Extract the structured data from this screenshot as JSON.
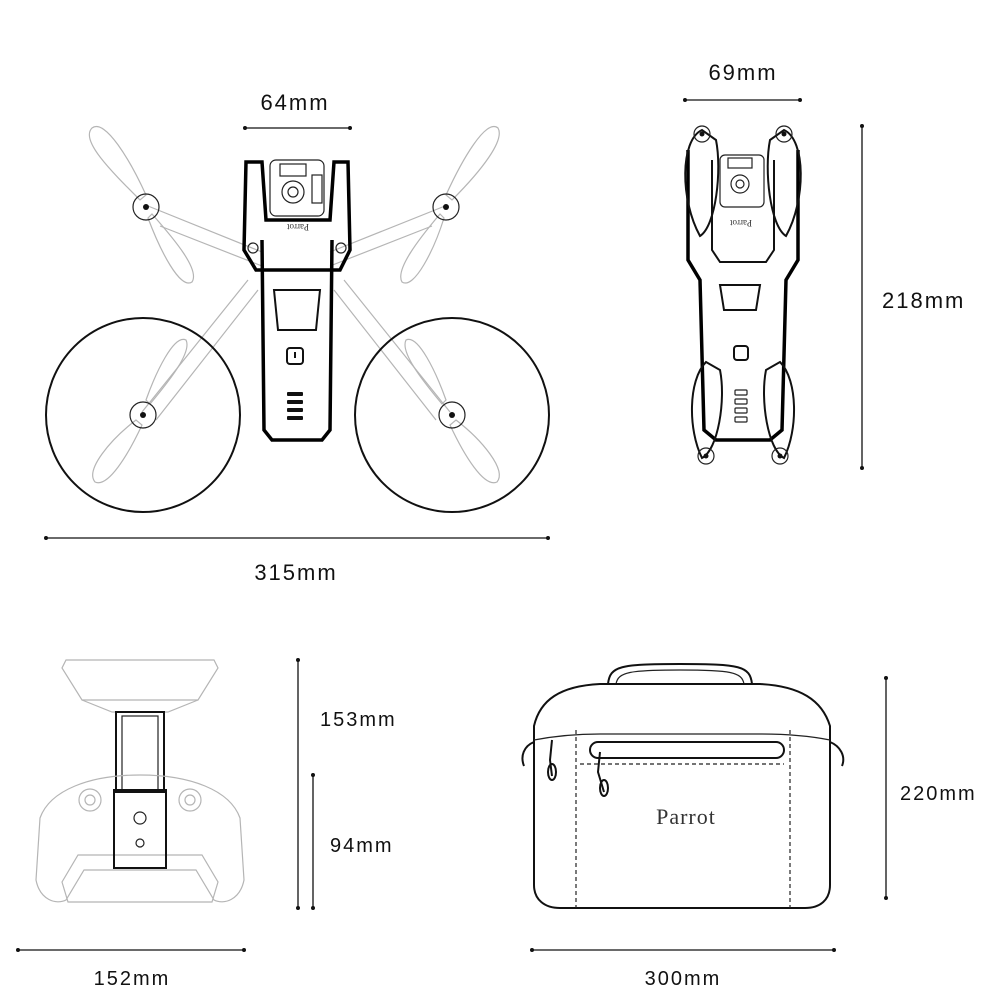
{
  "drone_top": {
    "width_label": "64mm",
    "span_label": "315mm",
    "brand": "Parrot"
  },
  "drone_folded": {
    "width_label": "69mm",
    "height_label": "218mm",
    "brand": "Parrot"
  },
  "controller": {
    "height_extended_label": "153mm",
    "height_folded_label": "94mm",
    "width_label": "152mm"
  },
  "case": {
    "height_label": "220mm",
    "width_label": "300mm",
    "brand": "Parrot"
  },
  "colors": {
    "line": "#111111",
    "light_line": "#b5b5b5",
    "background": "#ffffff"
  }
}
